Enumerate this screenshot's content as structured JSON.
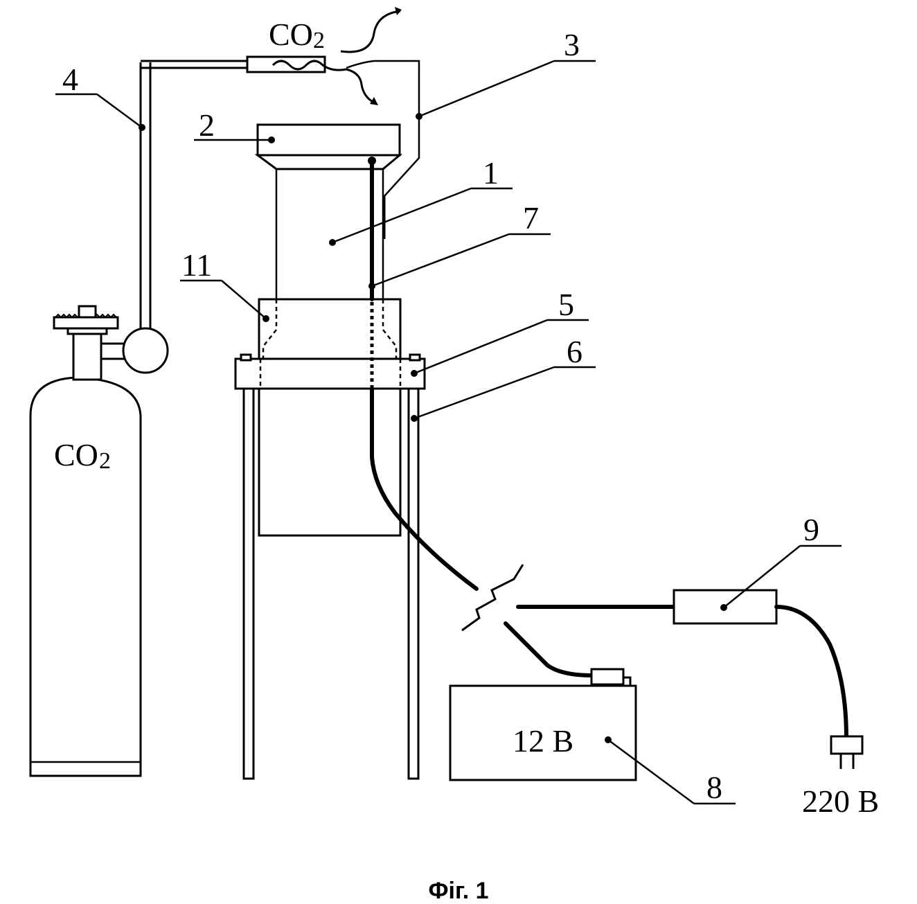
{
  "labels": {
    "l1": "1",
    "l2": "2",
    "l3": "3",
    "l4": "4",
    "l5": "5",
    "l6": "6",
    "l7": "7",
    "l8": "8",
    "l9": "9",
    "l11": "11"
  },
  "text": {
    "co2_gas": "CO",
    "co2_gas_sub": "2",
    "co2_cylinder": "CO",
    "co2_cylinder_sub": "2",
    "battery_voltage": "12 В",
    "mains_voltage": "220 В",
    "caption": "Фіг. 1"
  }
}
